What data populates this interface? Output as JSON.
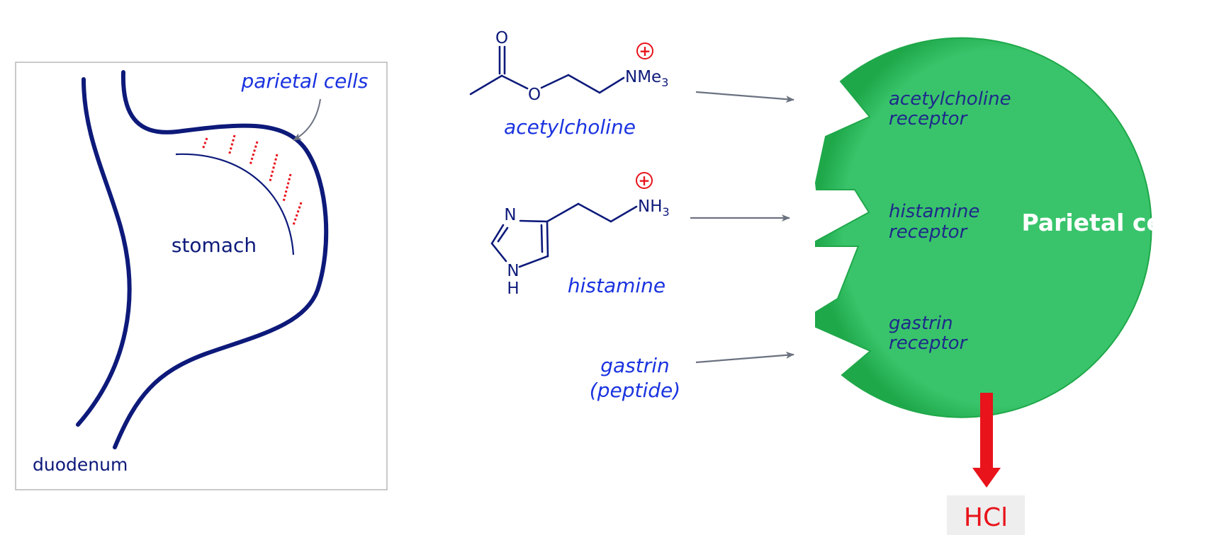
{
  "colors": {
    "navy": "#0d1a7a",
    "blue_label": "#1a33e0",
    "dark_label": "#1e2a8a",
    "arrow_gray": "#6b7280",
    "red": "#e8131b",
    "cell_green": "#39c46b",
    "cell_edge": "#1fa84a",
    "hcl_box": "#eeeeee"
  },
  "stomach_panel": {
    "label_parietal_cells": "parietal cells",
    "label_stomach": "stomach",
    "label_duodenum": "duodenum"
  },
  "molecules": {
    "acetylcholine": {
      "name": "acetylcholine",
      "atom_carbonyl_o": "O",
      "atom_ester_o": "O",
      "atom_n": "NMe",
      "atom_n_sub": "3",
      "charge": "+"
    },
    "histamine": {
      "name": "histamine",
      "atom_ring_n": "N",
      "atom_ring_nh_n": "N",
      "atom_ring_nh_h": "H",
      "atom_amine": "NH",
      "atom_amine_sub": "3",
      "charge": "+"
    },
    "gastrin": {
      "name_line1": "gastrin",
      "name_line2": "(peptide)"
    }
  },
  "cell": {
    "title": "Parietal cell",
    "receptors": [
      {
        "line1": "acetylcholine",
        "line2": "receptor"
      },
      {
        "line1": "histamine",
        "line2": "receptor"
      },
      {
        "line1": "gastrin",
        "line2": "receptor"
      }
    ],
    "output": "HCl"
  }
}
